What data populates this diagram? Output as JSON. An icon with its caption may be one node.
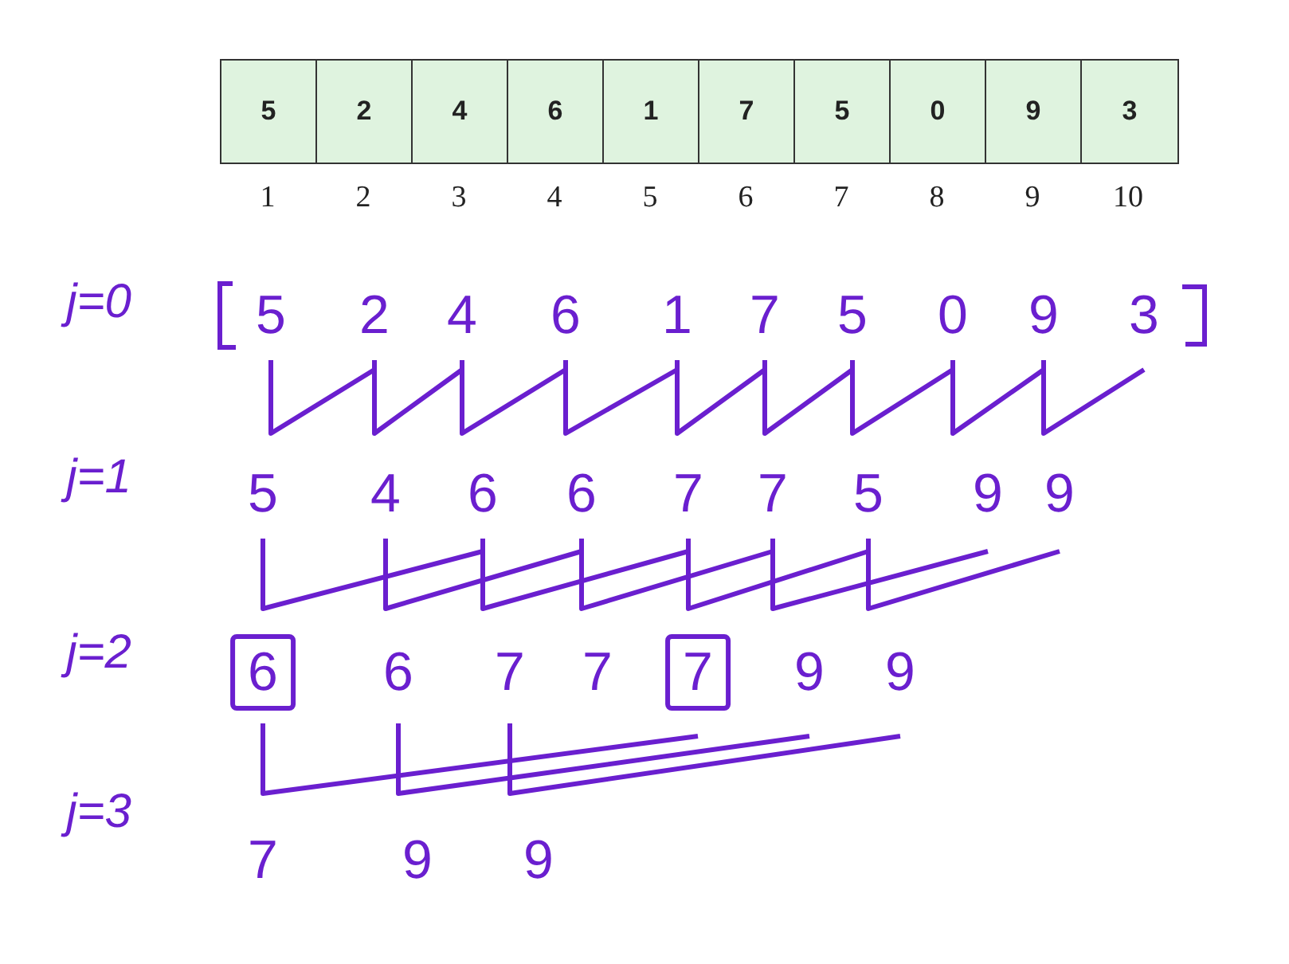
{
  "diagram": {
    "nodes": [
      {
        "text": [
          "5"
        ]
      },
      {
        "text": [
          "2"
        ]
      },
      {
        "text": [
          "4"
        ]
      },
      {
        "text": [
          "6"
        ]
      },
      {
        "text": [
          "1"
        ]
      },
      {
        "text": [
          "7"
        ]
      },
      {
        "text": [
          "5"
        ]
      },
      {
        "text": [
          "0"
        ]
      },
      {
        "text": [
          "9"
        ]
      },
      {
        "text": [
          "3"
        ]
      },
      {
        "text": [
          "6"
        ]
      },
      {
        "text": [
          "7"
        ]
      }
    ],
    "labels": [
      "1",
      "2",
      "3",
      "4",
      "5",
      "6",
      "7",
      "8",
      "9",
      "10",
      "j=0",
      "5",
      "2",
      "4",
      "6",
      "1",
      "7",
      "5",
      "0",
      "9",
      "3",
      "j=1",
      "5",
      "4",
      "6",
      "6",
      "7",
      "7",
      "5",
      "9",
      "9",
      "j=2",
      "6",
      "7",
      "7",
      "9",
      "9",
      "j=3",
      "7",
      "9",
      "9"
    ]
  }
}
